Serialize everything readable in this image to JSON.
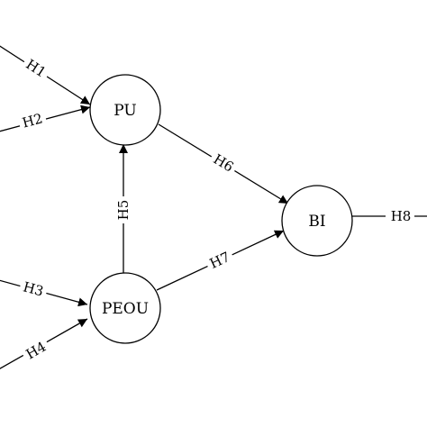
{
  "nodes": {
    "pu": "PU",
    "bi": "BI",
    "peou": "PEOU"
  },
  "edges": {
    "h1": "H1",
    "h2": "H2",
    "h3": "H3",
    "h4": "H4",
    "h5": "H5",
    "h6": "H6",
    "h7": "H7",
    "h8": "H8"
  }
}
